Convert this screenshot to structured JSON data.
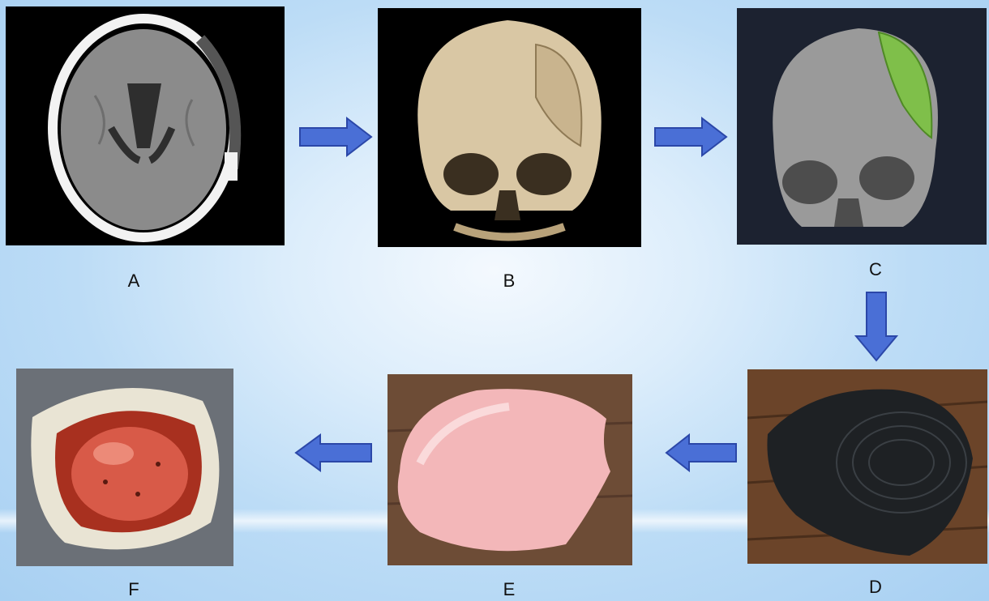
{
  "panels": {
    "a": {
      "label": "A"
    },
    "b": {
      "label": "B"
    },
    "c": {
      "label": "C"
    },
    "d": {
      "label": "D"
    },
    "e": {
      "label": "E"
    },
    "f": {
      "label": "F"
    }
  },
  "colors": {
    "arrow_fill": "#4a6fd6",
    "arrow_stroke": "#2b47a8",
    "background": "#bcdcf6",
    "implant_green": "#7fbf4a",
    "bone": "#d9c7a4"
  },
  "icons": [
    "right-arrow-icon",
    "down-arrow-icon",
    "left-arrow-icon"
  ]
}
